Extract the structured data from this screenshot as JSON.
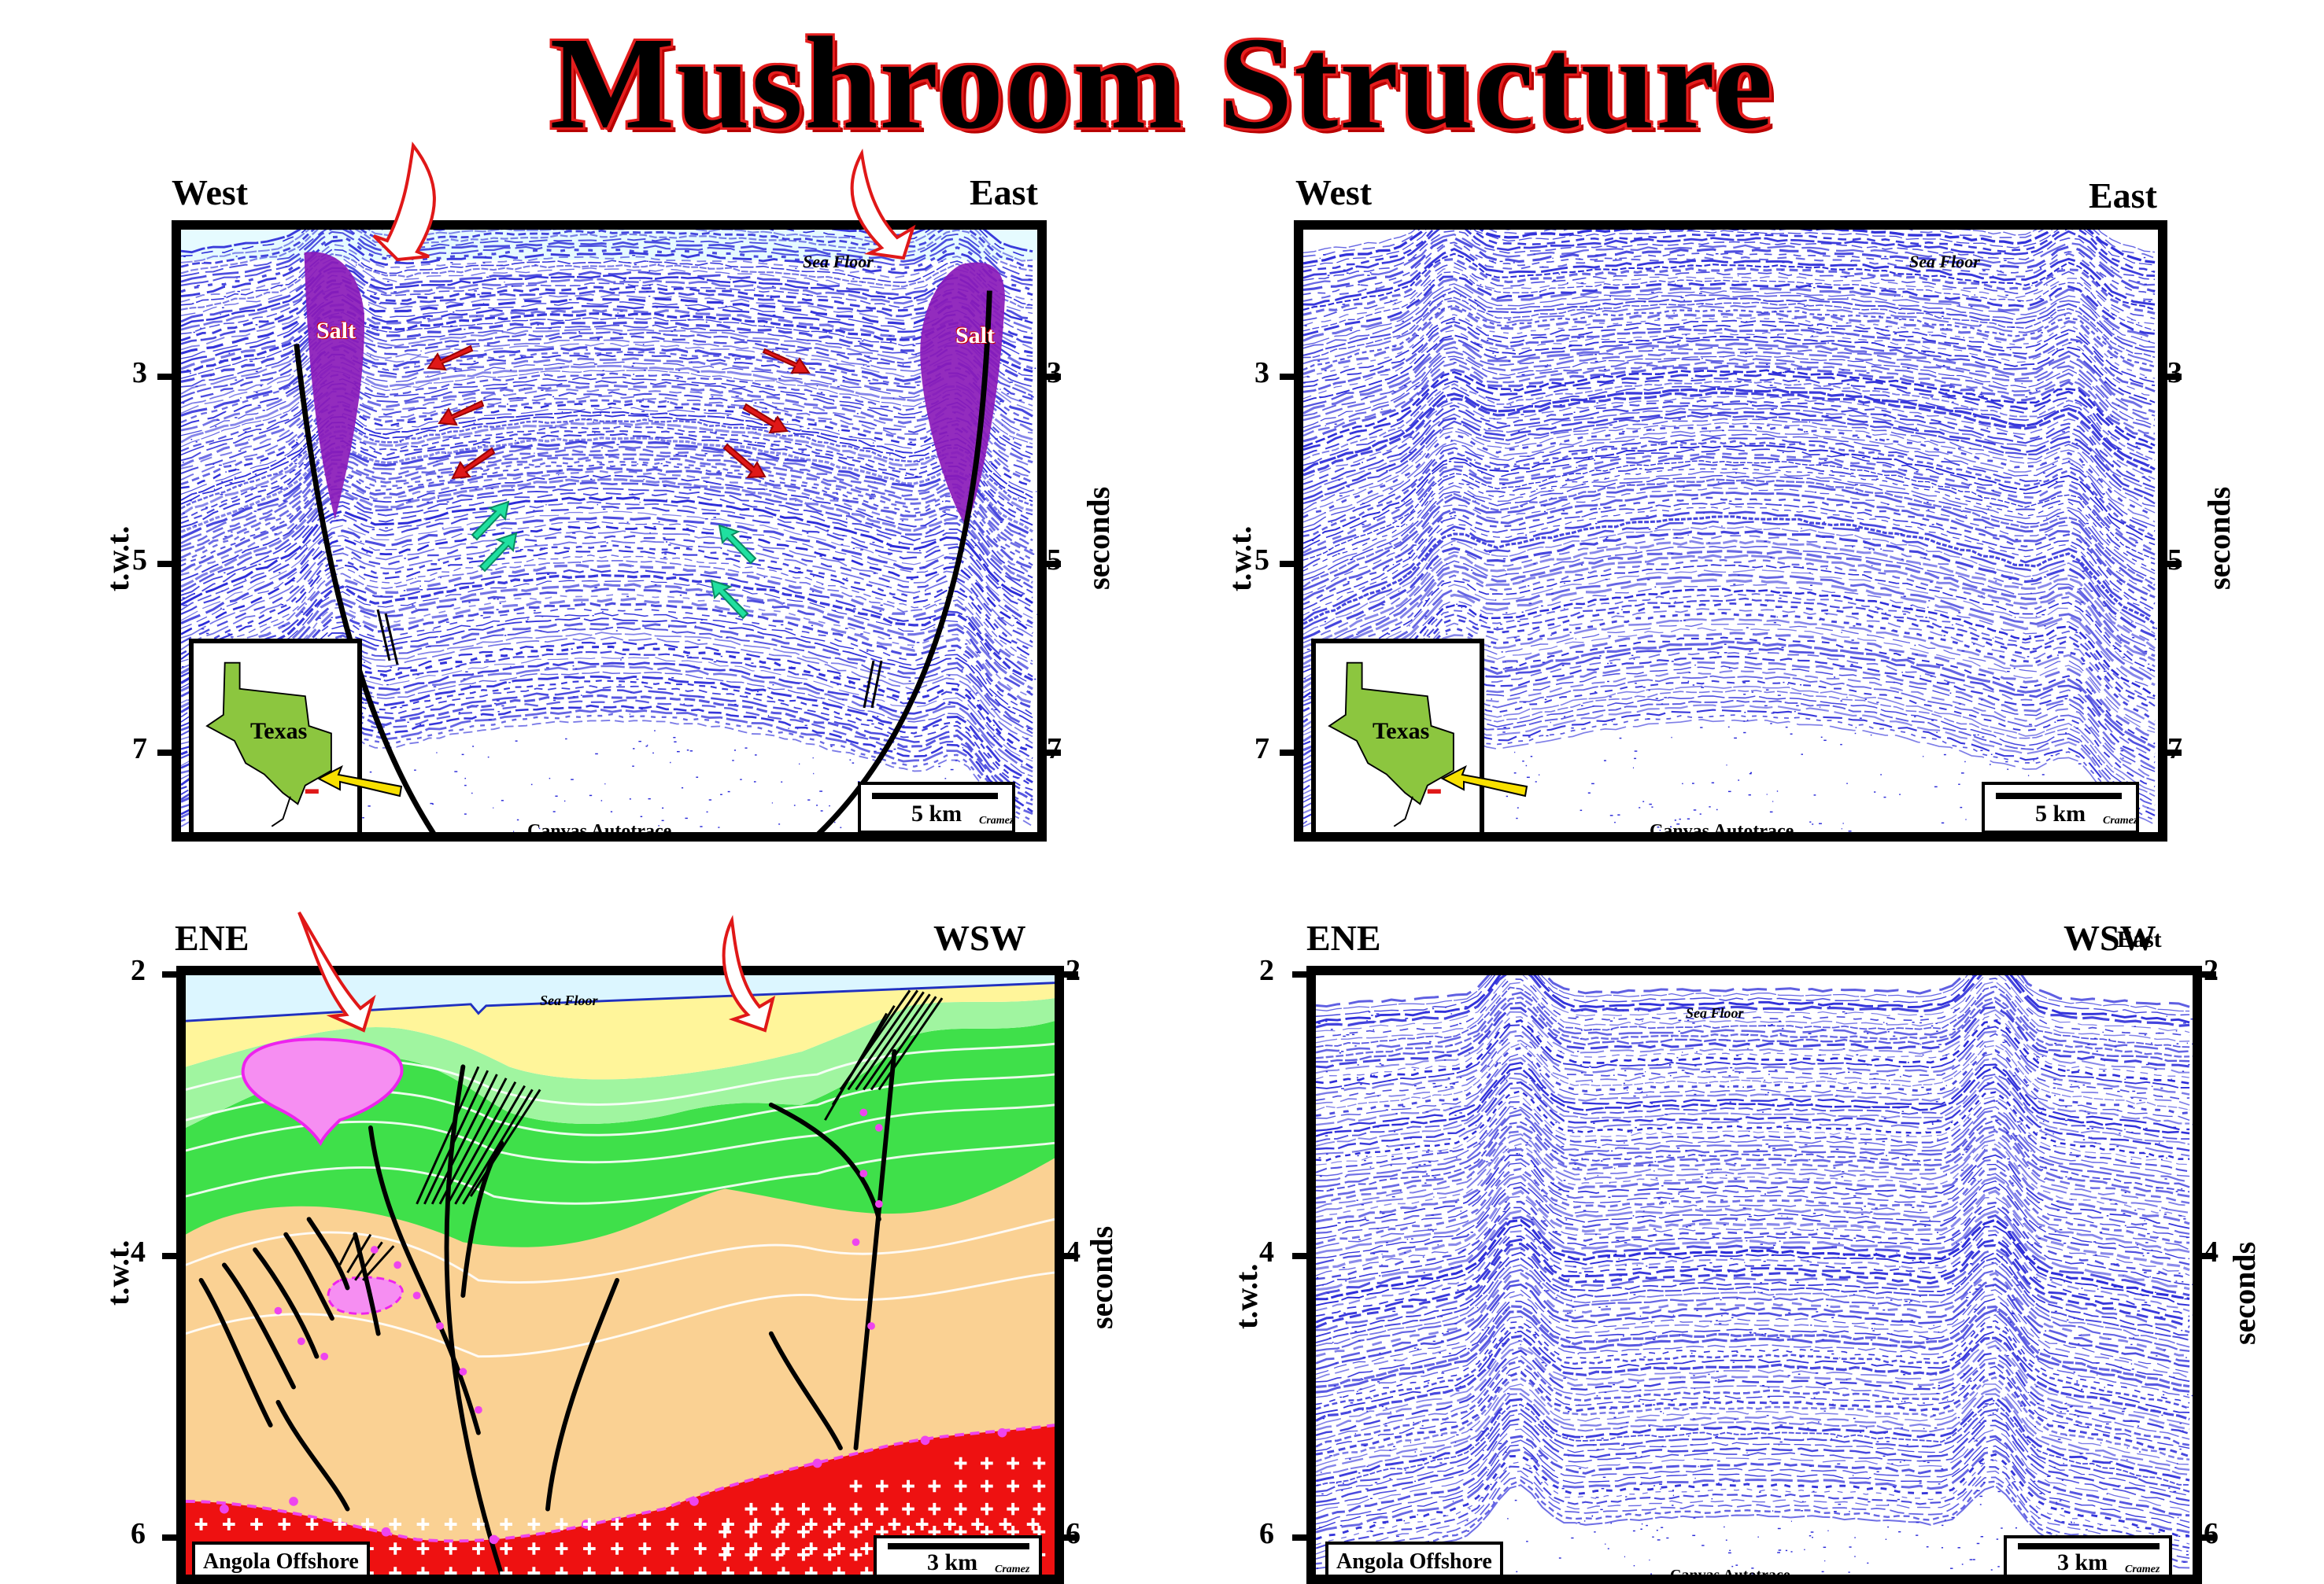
{
  "title": "Mushroom Structure",
  "top_left": {
    "left_label": "West",
    "right_label": "East",
    "sea_floor": "Sea Floor",
    "salt_left": "Salt",
    "salt_right": "Salt",
    "left_axis": "t.w.t.",
    "right_axis": "seconds",
    "ticks": [
      "3",
      "5",
      "7"
    ],
    "inset_label": "Texas",
    "scale": "5 km",
    "credit": "Cramez",
    "footer": "Canvas Autotrace"
  },
  "top_right": {
    "left_label": "West",
    "right_label": "East",
    "sea_floor": "Sea Floor",
    "left_axis": "t.w.t.",
    "right_axis": "seconds",
    "ticks": [
      "3",
      "5",
      "7"
    ],
    "inset_label": "Texas",
    "scale": "5 km",
    "credit": "Cramez",
    "footer": "Canvas Autotrace"
  },
  "bottom_left": {
    "left_label": "ENE",
    "right_label": "WSW",
    "sea_floor": "Sea Floor",
    "left_axis": "t.w.t.",
    "right_axis": "seconds",
    "ticks": [
      "2",
      "4",
      "6"
    ],
    "location": "Angola Offshore",
    "scale": "3 km",
    "credit": "Cramez"
  },
  "bottom_right": {
    "left_label": "ENE",
    "right_label": "WSW",
    "right_label_overlap": "East",
    "sea_floor": "Sea Floor",
    "left_axis": "t.w.t.",
    "right_axis": "seconds",
    "ticks": [
      "2",
      "4",
      "6"
    ],
    "location": "Angola Offshore",
    "scale": "3 km",
    "credit": "Cramez",
    "footer": "Canvas Autotrace"
  },
  "colors": {
    "seismic": "#2a2ad8",
    "salt": "#8a1ab8",
    "arrow_red": "#e01818",
    "arrow_green": "#20e0a0",
    "halite": "#ee1111",
    "texas": "#8cc63f"
  }
}
